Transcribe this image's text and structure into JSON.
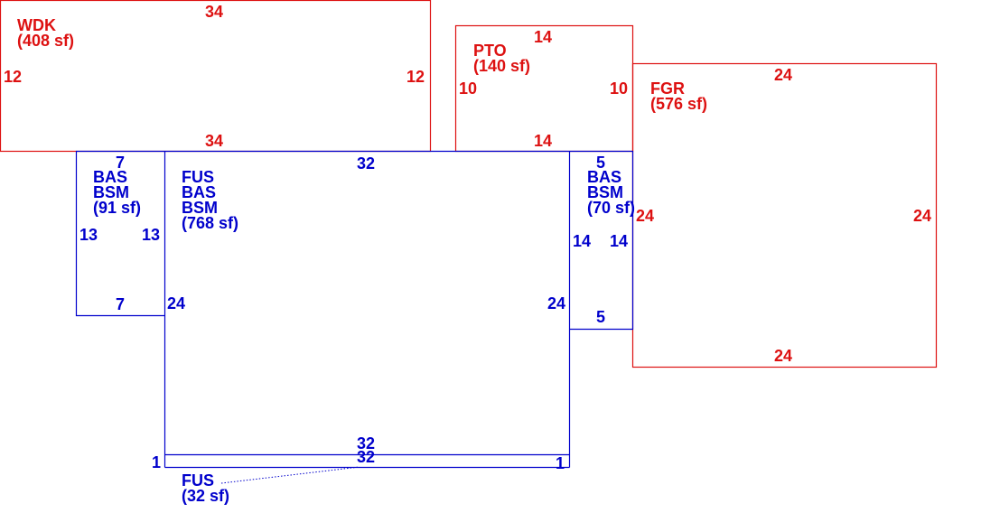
{
  "colors": {
    "red": "#dd1111",
    "blue": "#0000cc",
    "background": "#ffffff"
  },
  "areas": {
    "wdk": {
      "code": "WDK",
      "area": "(408 sf)",
      "dims": [
        "34",
        "12",
        "12",
        "34"
      ]
    },
    "pto": {
      "code": "PTO",
      "area": "(140 sf)",
      "dims": [
        "14",
        "10",
        "10",
        "14"
      ]
    },
    "fgr": {
      "code": "FGR",
      "area": "(576 sf)",
      "dims": [
        "24",
        "24",
        "24",
        "24"
      ]
    },
    "left_wing": {
      "codes": [
        "BAS",
        "BSM"
      ],
      "area": "(91 sf)",
      "dims": [
        "7",
        "13",
        "13",
        "7"
      ]
    },
    "main": {
      "codes": [
        "FUS",
        "BAS",
        "BSM"
      ],
      "area": "(768 sf)",
      "dims": [
        "32",
        "24",
        "24",
        "32"
      ]
    },
    "right_wing": {
      "codes": [
        "BAS",
        "BSM"
      ],
      "area": "(70 sf)",
      "dims": [
        "5",
        "14",
        "14",
        "5"
      ]
    },
    "strip": {
      "code": "FUS",
      "area": "(32 sf)",
      "dims": [
        "32",
        "1",
        "1"
      ]
    }
  }
}
